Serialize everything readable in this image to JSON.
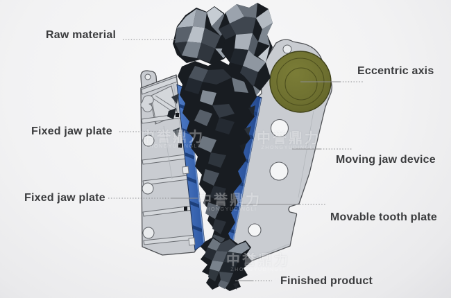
{
  "labels": {
    "raw_material": "Raw material",
    "fixed_jaw_plate_upper": "Fixed jaw plate",
    "fixed_jaw_plate_lower": "Fixed jaw plate",
    "eccentric_axis": "Eccentric axis",
    "moving_jaw_device": "Moving jaw device",
    "movable_tooth_plate": "Movable tooth plate",
    "finished_product": "Finished product"
  },
  "watermark": {
    "text": "中誉鼎力",
    "subtext": "ZHONGYUDINGLI"
  },
  "colors": {
    "background": "#f2f2f3",
    "machine_gray": "#c9ccd1",
    "machine_outline": "#4e5054",
    "panel_light": "#d4d7db",
    "plate_blue": "#3b67b2",
    "plate_blue_dark": "#1d3f7a",
    "plate_blue_light": "#7fa0d6",
    "eccentric_olive": "#6e7030",
    "rock_dark": "#181c21",
    "label_text": "#3b3c3e",
    "leader_line": "#8b8c8f"
  }
}
